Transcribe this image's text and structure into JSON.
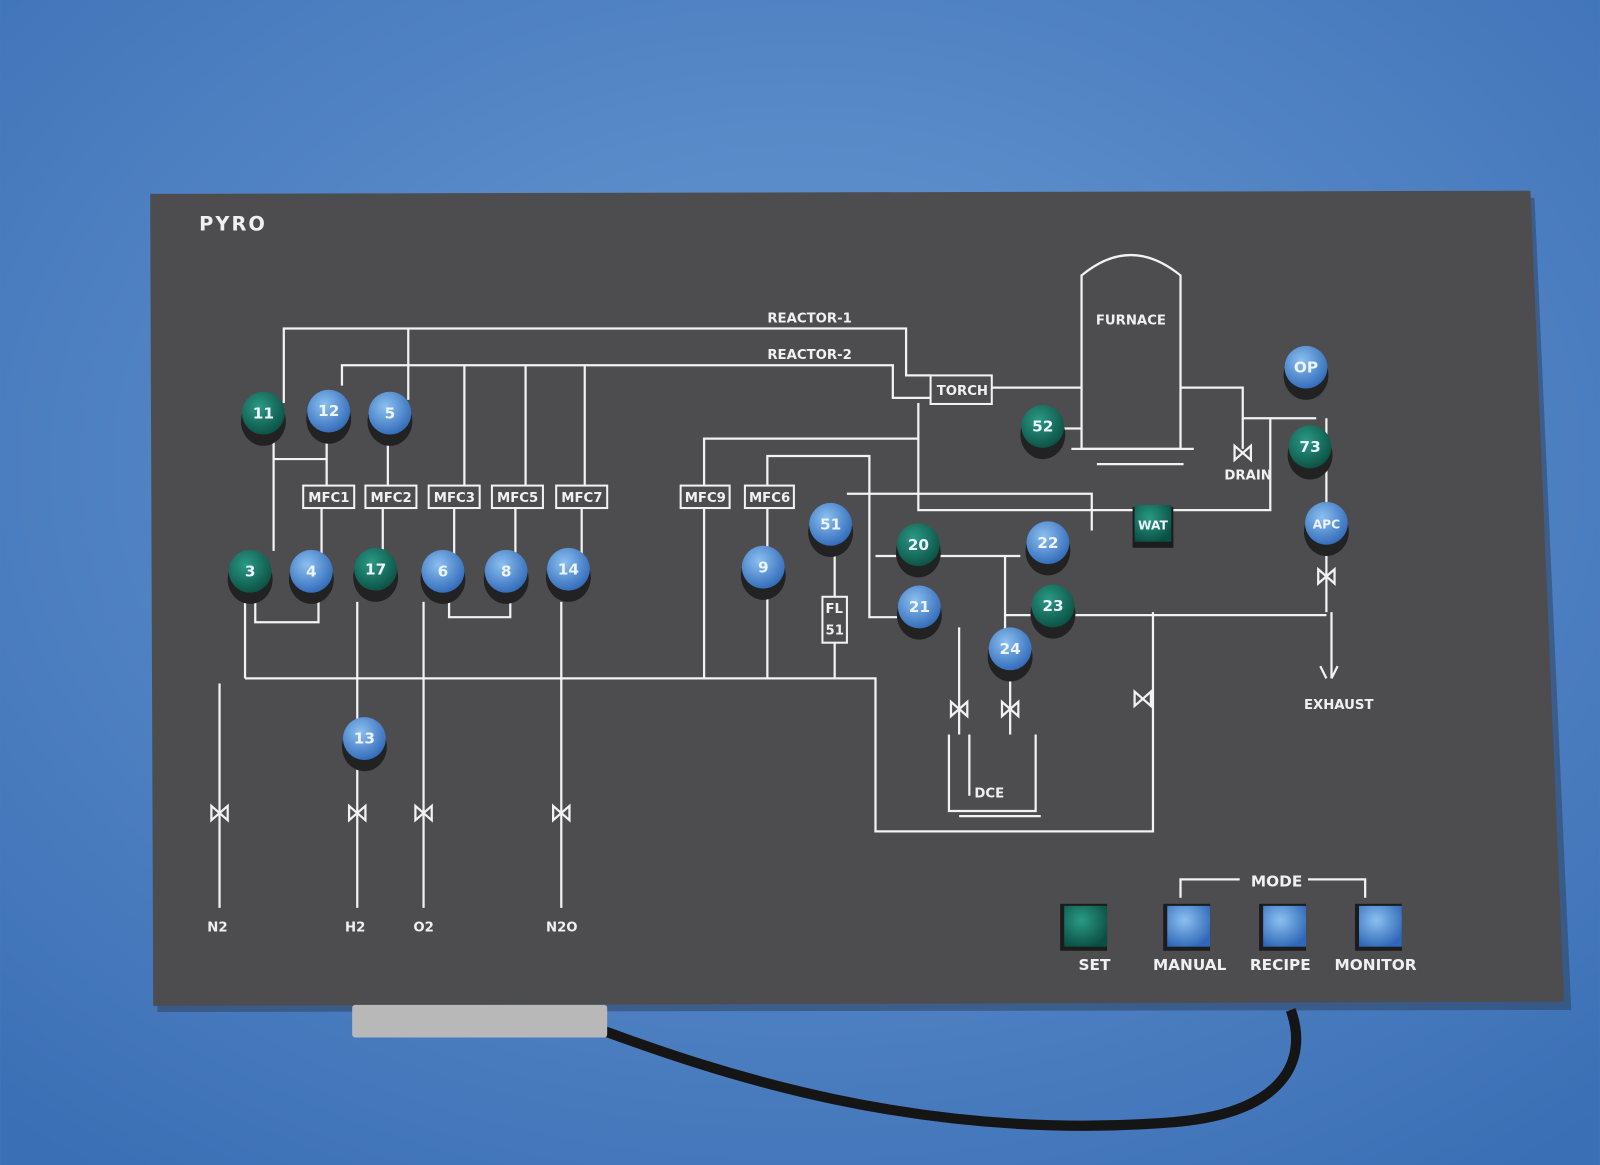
{
  "panel": {
    "brand": "PYRO",
    "line_labels": {
      "reactor1": "REACTOR-1",
      "reactor2": "REACTOR-2"
    },
    "components": {
      "torch": "TORCH",
      "furnace": "FURNACE",
      "drain": "DRAIN",
      "exhaust": "EXHAUST",
      "dce": "DCE",
      "filter_line1": "FL",
      "filter_line2": "51"
    },
    "mfcs": [
      "MFC1",
      "MFC2",
      "MFC3",
      "MFC5",
      "MFC7",
      "MFC9",
      "MFC6"
    ],
    "gas_inputs": [
      "N2",
      "H2",
      "O2",
      "N2O"
    ]
  },
  "valve_buttons": [
    {
      "label": "11",
      "color": "green"
    },
    {
      "label": "12",
      "color": "blue"
    },
    {
      "label": "5",
      "color": "blue"
    },
    {
      "label": "3",
      "color": "green"
    },
    {
      "label": "4",
      "color": "blue"
    },
    {
      "label": "17",
      "color": "green"
    },
    {
      "label": "6",
      "color": "blue"
    },
    {
      "label": "8",
      "color": "blue"
    },
    {
      "label": "14",
      "color": "blue"
    },
    {
      "label": "13",
      "color": "blue"
    },
    {
      "label": "9",
      "color": "blue"
    },
    {
      "label": "51",
      "color": "blue"
    },
    {
      "label": "20",
      "color": "green"
    },
    {
      "label": "22",
      "color": "blue"
    },
    {
      "label": "21",
      "color": "blue"
    },
    {
      "label": "23",
      "color": "green"
    },
    {
      "label": "24",
      "color": "blue"
    },
    {
      "label": "52",
      "color": "green"
    },
    {
      "label": "OP",
      "color": "blue"
    },
    {
      "label": "73",
      "color": "green"
    },
    {
      "label": "APC",
      "color": "blue"
    },
    {
      "label": "WAT",
      "color": "green"
    }
  ],
  "mode": {
    "title": "MODE",
    "set_label": "SET",
    "buttons": [
      "MANUAL",
      "RECIPE",
      "MONITOR"
    ]
  },
  "colors": {
    "green": "#0f6a5a",
    "blue": "#3f7fd0",
    "panel": "#4d4d50",
    "background": "#4a80c4"
  }
}
